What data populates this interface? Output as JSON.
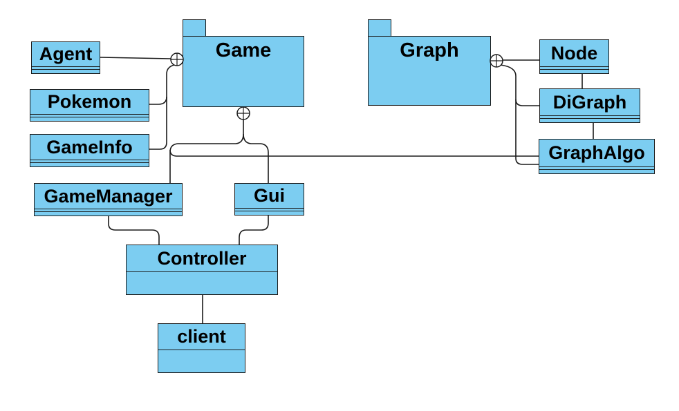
{
  "diagram": {
    "type": "uml-package-class-diagram",
    "colors": {
      "background": "#FFFFFF",
      "shape_fill": "#7CCDF1",
      "shape_border": "#1A1A1A",
      "connector": "#1A1A1A",
      "text": "#000000"
    },
    "packages": [
      {
        "name": "Game"
      },
      {
        "name": "Graph"
      }
    ],
    "classes": [
      {
        "name": "Agent"
      },
      {
        "name": "Pokemon"
      },
      {
        "name": "GameInfo"
      },
      {
        "name": "GameManager"
      },
      {
        "name": "Gui"
      },
      {
        "name": "Node"
      },
      {
        "name": "DiGraph"
      },
      {
        "name": "GraphAlgo"
      },
      {
        "name": "Controller"
      },
      {
        "name": "client"
      }
    ],
    "relationships": [
      {
        "from": "Game",
        "to": "Agent",
        "type": "containment-anchor"
      },
      {
        "from": "Game",
        "to": "Pokemon",
        "type": "containment-anchor"
      },
      {
        "from": "Game",
        "to": "GameInfo",
        "type": "containment-anchor"
      },
      {
        "from": "Game",
        "to": "GameManager",
        "type": "containment-anchor"
      },
      {
        "from": "Game",
        "to": "Gui",
        "type": "containment-anchor"
      },
      {
        "from": "Game",
        "to": "GraphAlgo",
        "type": "containment-anchor"
      },
      {
        "from": "Graph",
        "to": "Node",
        "type": "containment-anchor"
      },
      {
        "from": "Graph",
        "to": "DiGraph",
        "type": "containment-anchor"
      },
      {
        "from": "Graph",
        "to": "GraphAlgo",
        "type": "containment-anchor"
      },
      {
        "from": "Node",
        "to": "DiGraph",
        "type": "link"
      },
      {
        "from": "DiGraph",
        "to": "GraphAlgo",
        "type": "link"
      },
      {
        "from": "GameManager",
        "to": "Controller",
        "type": "link"
      },
      {
        "from": "Gui",
        "to": "Controller",
        "type": "link"
      },
      {
        "from": "Controller",
        "to": "client",
        "type": "link"
      }
    ]
  }
}
